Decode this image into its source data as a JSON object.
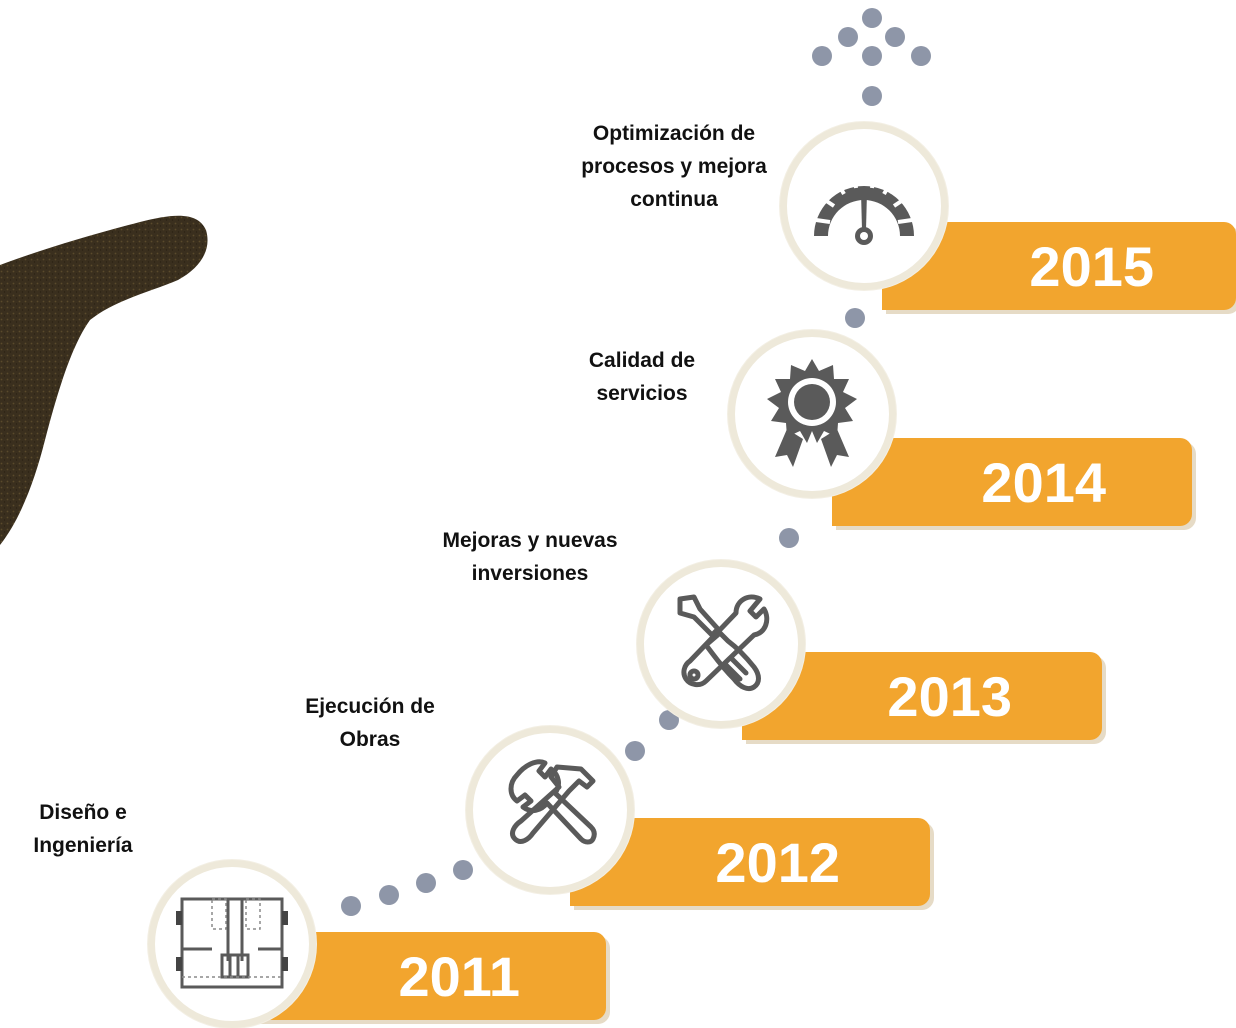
{
  "colors": {
    "year_bar": "#f2a52e",
    "dot": "#8e96a8",
    "circle_border": "#eee9da",
    "icon": "#5a5a5a",
    "brush": "#3a2f1e"
  },
  "milestones": [
    {
      "year": "2011",
      "label_line1": "Diseño e",
      "label_line2": "Ingeniería",
      "label_line3": "",
      "icon": "floor-plan-icon"
    },
    {
      "year": "2012",
      "label_line1": "Ejecución de",
      "label_line2": "Obras",
      "label_line3": "",
      "icon": "wrench-hammer-icon"
    },
    {
      "year": "2013",
      "label_line1": "Mejoras y nuevas",
      "label_line2": "inversiones",
      "label_line3": "",
      "icon": "wrench-screwdriver-icon"
    },
    {
      "year": "2014",
      "label_line1": "Calidad de",
      "label_line2": "servicios",
      "label_line3": "",
      "icon": "award-ribbon-icon"
    },
    {
      "year": "2015",
      "label_line1": "Optimización de",
      "label_line2": "procesos y mejora",
      "label_line3": "continua",
      "icon": "speedometer-icon"
    }
  ]
}
